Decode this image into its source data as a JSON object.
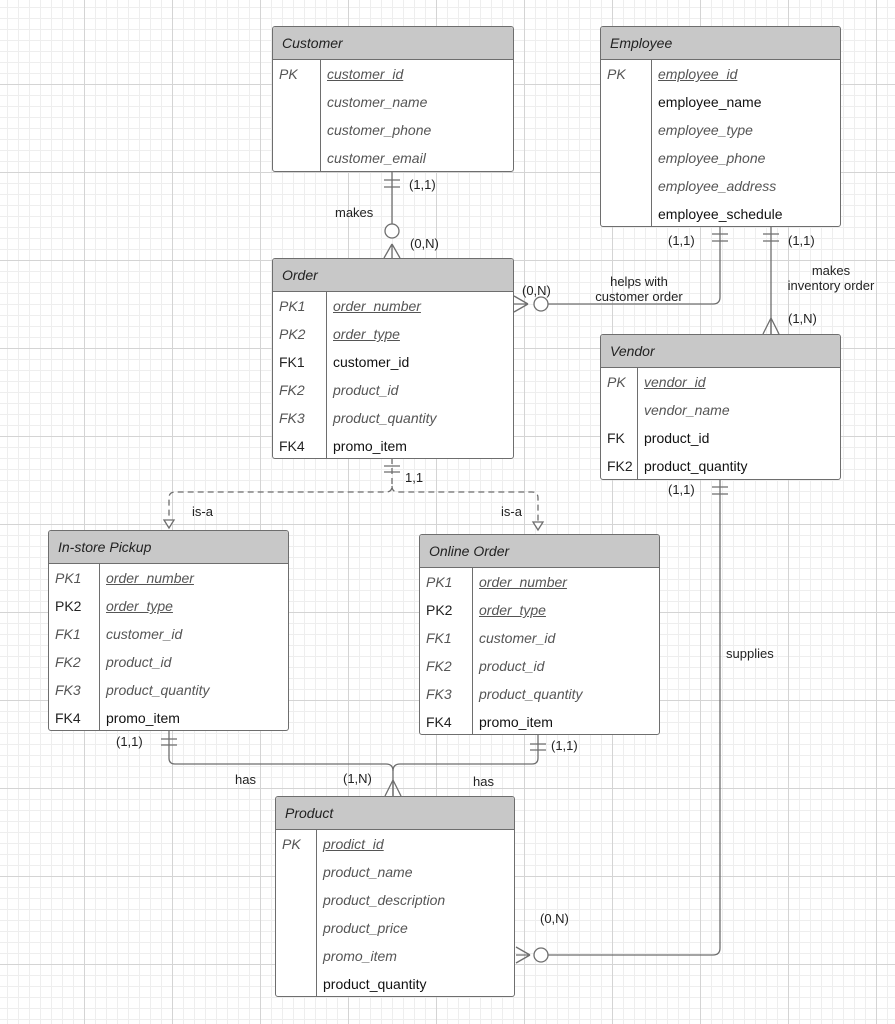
{
  "entities": {
    "customer": {
      "title": "Customer",
      "rows": [
        {
          "key": "PK",
          "field": "customer_id",
          "pk": true,
          "key_italic": true,
          "field_italic": true
        },
        {
          "key": "",
          "field": "customer_name",
          "pk": false,
          "key_italic": true,
          "field_italic": true
        },
        {
          "key": "",
          "field": "customer_phone",
          "pk": false,
          "key_italic": true,
          "field_italic": true
        },
        {
          "key": "",
          "field": "customer_email",
          "pk": false,
          "key_italic": true,
          "field_italic": true
        }
      ]
    },
    "employee": {
      "title": "Employee",
      "rows": [
        {
          "key": "PK",
          "field": "employee_id",
          "pk": true,
          "key_italic": true,
          "field_italic": true
        },
        {
          "key": "",
          "field": "employee_name",
          "pk": false,
          "key_italic": false,
          "field_italic": false
        },
        {
          "key": "",
          "field": "employee_type",
          "pk": false,
          "key_italic": true,
          "field_italic": true
        },
        {
          "key": "",
          "field": "employee_phone",
          "pk": false,
          "key_italic": true,
          "field_italic": true
        },
        {
          "key": "",
          "field": "employee_address",
          "pk": false,
          "key_italic": true,
          "field_italic": true
        },
        {
          "key": "",
          "field": "employee_schedule",
          "pk": false,
          "key_italic": false,
          "field_italic": false
        }
      ]
    },
    "order": {
      "title": "Order",
      "rows": [
        {
          "key": "PK1",
          "field": "order_number",
          "pk": true,
          "key_italic": true,
          "field_italic": true
        },
        {
          "key": "PK2",
          "field": "order_type",
          "pk": true,
          "key_italic": true,
          "field_italic": true
        },
        {
          "key": "FK1",
          "field": "customer_id",
          "pk": false,
          "key_italic": false,
          "field_italic": false
        },
        {
          "key": "FK2",
          "field": "product_id",
          "pk": false,
          "key_italic": true,
          "field_italic": true
        },
        {
          "key": "FK3",
          "field": "product_quantity",
          "pk": false,
          "key_italic": true,
          "field_italic": true
        },
        {
          "key": "FK4",
          "field": "promo_item",
          "pk": false,
          "key_italic": false,
          "field_italic": false
        }
      ]
    },
    "vendor": {
      "title": "Vendor",
      "rows": [
        {
          "key": "PK",
          "field": "vendor_id",
          "pk": true,
          "key_italic": true,
          "field_italic": true
        },
        {
          "key": "",
          "field": "vendor_name",
          "pk": false,
          "key_italic": true,
          "field_italic": true
        },
        {
          "key": "FK",
          "field": "product_id",
          "pk": false,
          "key_italic": false,
          "field_italic": false
        },
        {
          "key": "FK2",
          "field": "product_quantity",
          "pk": false,
          "key_italic": false,
          "field_italic": false
        }
      ]
    },
    "instore": {
      "title": "In-store Pickup",
      "rows": [
        {
          "key": "PK1",
          "field": "order_number",
          "pk": true,
          "key_italic": true,
          "field_italic": true
        },
        {
          "key": "PK2",
          "field": "order_type",
          "pk": true,
          "key_italic": false,
          "field_italic": true
        },
        {
          "key": "FK1",
          "field": "customer_id",
          "pk": false,
          "key_italic": true,
          "field_italic": true
        },
        {
          "key": "FK2",
          "field": "product_id",
          "pk": false,
          "key_italic": true,
          "field_italic": true
        },
        {
          "key": "FK3",
          "field": "product_quantity",
          "pk": false,
          "key_italic": true,
          "field_italic": true
        },
        {
          "key": "FK4",
          "field": "promo_item",
          "pk": false,
          "key_italic": false,
          "field_italic": false
        }
      ]
    },
    "online": {
      "title": "Online Order",
      "rows": [
        {
          "key": "PK1",
          "field": "order_number",
          "pk": true,
          "key_italic": true,
          "field_italic": true
        },
        {
          "key": "PK2",
          "field": "order_type",
          "pk": true,
          "key_italic": false,
          "field_italic": true
        },
        {
          "key": "FK1",
          "field": "customer_id",
          "pk": false,
          "key_italic": true,
          "field_italic": true
        },
        {
          "key": "FK2",
          "field": "product_id",
          "pk": false,
          "key_italic": true,
          "field_italic": true
        },
        {
          "key": "FK3",
          "field": "product_quantity",
          "pk": false,
          "key_italic": true,
          "field_italic": true
        },
        {
          "key": "FK4",
          "field": "promo_item",
          "pk": false,
          "key_italic": false,
          "field_italic": false
        }
      ]
    },
    "product": {
      "title": "Product",
      "rows": [
        {
          "key": "PK",
          "field": "prodict_id",
          "pk": true,
          "key_italic": true,
          "field_italic": true
        },
        {
          "key": "",
          "field": "product_name",
          "pk": false,
          "key_italic": true,
          "field_italic": true
        },
        {
          "key": "",
          "field": "product_description",
          "pk": false,
          "key_italic": true,
          "field_italic": true
        },
        {
          "key": "",
          "field": "product_price",
          "pk": false,
          "key_italic": true,
          "field_italic": true
        },
        {
          "key": "",
          "field": "promo_item",
          "pk": false,
          "key_italic": true,
          "field_italic": true
        },
        {
          "key": "",
          "field": "product_quantity",
          "pk": false,
          "key_italic": false,
          "field_italic": false
        }
      ]
    }
  },
  "labels": {
    "makes": "makes",
    "cust_card": "(1,1)",
    "order_card": "(0,N)",
    "helps_with_1": "helps with",
    "helps_with_2": "customer order",
    "helps_order_card": "(0,N)",
    "emp_helps_card": "(1,1)",
    "emp_makes_card": "(1,1)",
    "makes_inv_1": "makes",
    "makes_inv_2": "inventory order",
    "vendor_card": "(1,N)",
    "order_isa_card": "1,1",
    "isa_left": "is-a",
    "isa_right": "is-a",
    "vendor_supplies_card": "(1,1)",
    "supplies": "supplies",
    "instore_card": "(1,1)",
    "online_card": "(1,1)",
    "has_left": "has",
    "has_right": "has",
    "product_has_card": "(1,N)",
    "product_supplies_card": "(0,N)"
  }
}
